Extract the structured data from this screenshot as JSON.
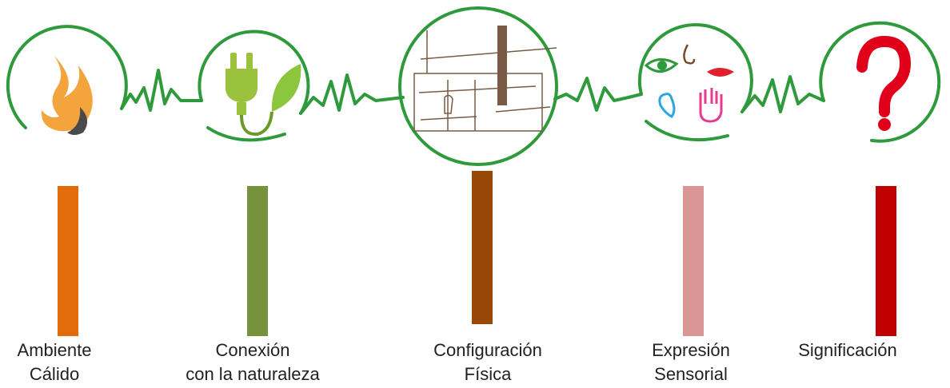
{
  "colors": {
    "heartbeat_line": "#2e9a3c",
    "background": "#ffffff"
  },
  "items": [
    {
      "icon": "flame-icon",
      "bar_color": "#e36c0a",
      "line1": "Ambiente",
      "line2": "Cálido"
    },
    {
      "icon": "plug-leaf-icon",
      "bar_color": "#76923c",
      "line1": "Conexión",
      "line2": "con la naturaleza"
    },
    {
      "icon": "building-sketch-icon",
      "bar_color": "#974806",
      "line1": "Configuración",
      "line2": "Física"
    },
    {
      "icon": "senses-icon",
      "bar_color": "#d99694",
      "line1": "Expresión",
      "line2": "Sensorial"
    },
    {
      "icon": "question-mark-icon",
      "bar_color": "#c00000",
      "line1": "Significación",
      "line2": ""
    }
  ]
}
